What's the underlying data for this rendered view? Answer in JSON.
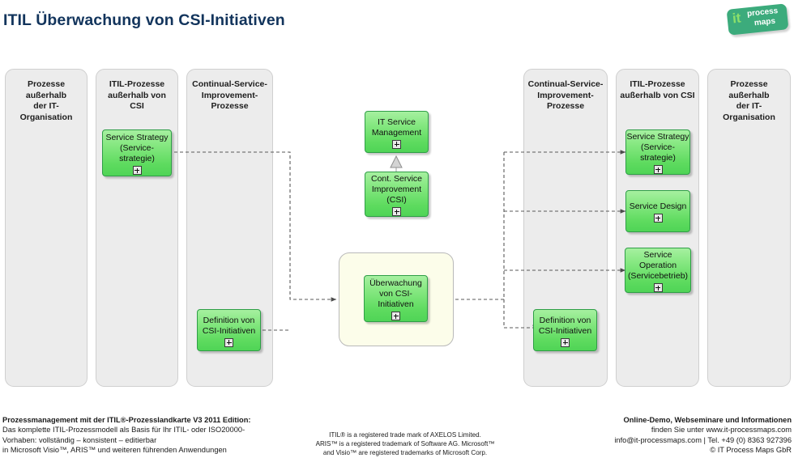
{
  "page_title": "ITIL Überwachung von CSI-Initiativen",
  "logo": {
    "it": "it",
    "process": "process",
    "maps": "maps",
    "plate_color": "#3cab7c",
    "it_color": "#8ce06a"
  },
  "colors": {
    "title": "#12345c",
    "lane_fill": "#ececec",
    "lane_border": "#cfcfcf",
    "box_border": "#2f9e47",
    "box_fill_top": "#a6f0a0",
    "box_fill_bottom": "#4fd456",
    "highlight_fill": "#fcfdea",
    "connector": "#5a5a5a"
  },
  "lanes": [
    {
      "id": "lane-outside-it-left",
      "title": "Prozesse außerhalb\nder IT-Organisation"
    },
    {
      "id": "lane-itil-outside-csi-left",
      "title": "ITIL-Prozesse\naußerhalb von CSI"
    },
    {
      "id": "lane-csi-left",
      "title": "Continual-Service-\nImprovement-\nProzesse"
    },
    {
      "id": "lane-csi-right",
      "title": "Continual-Service-\nImprovement-\nProzesse"
    },
    {
      "id": "lane-itil-outside-csi-right",
      "title": "ITIL-Prozesse\naußerhalb von CSI"
    },
    {
      "id": "lane-outside-it-right",
      "title": "Prozesse außerhalb\nder IT-Organisation"
    }
  ],
  "boxes": {
    "service_strategy_left": "Service Strategy\n(Service-\nstrategie)",
    "definition_csi_left": "Definition von\nCSI-Initiativen",
    "it_service_management": "IT Service\nManagement",
    "cont_service_improvement": "Cont. Service\nImprovement\n(CSI)",
    "ueberwachung_csi": "Überwachung\nvon CSI-\nInitiativen",
    "definition_csi_right": "Definition von\nCSI-Initiativen",
    "service_strategy_right": "Service Strategy\n(Service-\nstrategie)",
    "service_design_right": "Service Design",
    "service_operation_right": "Service\nOperation\n(Servicebetrieb)"
  },
  "icons": {
    "expand": "plus-icon",
    "generalization": "triangle-up-icon"
  },
  "footer": {
    "left": {
      "line1": "Prozessmanagement mit der ITIL®-Prozesslandkarte V3 2011 Edition:",
      "line2": "Das komplette ITIL-Prozessmodell als Basis für Ihr ITIL- oder ISO20000-",
      "line3": "Vorhaben: vollständig – konsistent – editierbar",
      "line4": "in Microsoft Visio™, ARIS™ und weiteren führenden Anwendungen"
    },
    "middle": {
      "line1": "ITIL® is a registered trade mark of AXELOS Limited.",
      "line2": "ARIS™ is a  registered trademark of Software AG. Microsoft™",
      "line3": "and Visio™ are registered trademarks of Microsoft Corp."
    },
    "right": {
      "line1": "Online-Demo, Webseminare und Informationen",
      "line2": "finden Sie unter www.it-processmaps.com",
      "line3": "info@it-processmaps.com | Tel. +49 (0) 8363 927396",
      "line4": "© IT Process Maps GbR"
    }
  }
}
